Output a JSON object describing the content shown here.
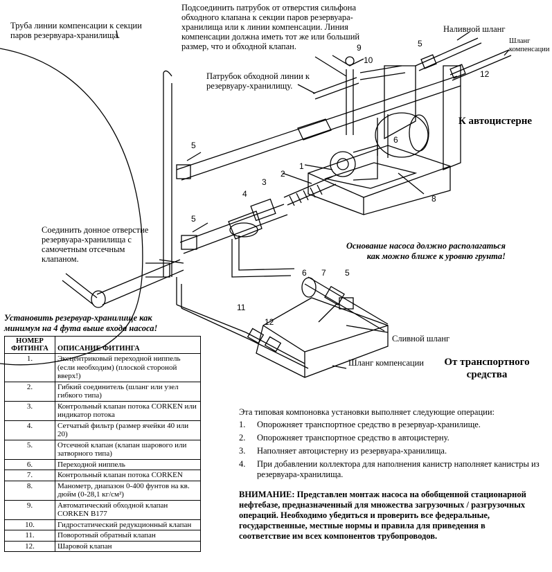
{
  "labels": {
    "compensation_pipe": "Труба линии компенсации к секции\nпаров резервуара-хранилища.",
    "connect_bypass": "Подсоединить патрубок от отверстия сильфона\nобходного клапана к секции паров резервуара-\nхранилища или к линии компенсации. Линия\nкомпенсации должна иметь тот же или больший\nразмер, что и обходной клапан.",
    "bypass_line": "Патрубок обходной линии к\nрезервуару-хранилищу.",
    "fill_hose": "Наливной шланг",
    "comp_hose_top": "Шланг\nкомпенсации",
    "to_truck": "К автоцистерне",
    "connect_bottom": "Соединить донное отверстие\nрезервуара-хранилища с\nсамочетным отсечным\nклапаном.",
    "pump_base_note": "Основание насоса должно располагаться\nкак можно ближе к уровню грунта!",
    "install_note": "Установить резервуар-хранилище как\nминимум на 4 фута выше входа насоса!",
    "drain_hose": "Сливной шланг",
    "comp_hose_bottom": "Шланг компенсации",
    "from_vehicle": "От транспортного\nсредства"
  },
  "callouts": [
    "1",
    "2",
    "3",
    "4",
    "5",
    "5",
    "5",
    "5",
    "6",
    "6",
    "7",
    "8",
    "9",
    "10",
    "11",
    "12",
    "12"
  ],
  "table": {
    "header_num": "НОМЕР\nФИТИНГА",
    "header_desc": "ОПИСАНИЕ ФИТИНГА",
    "rows": [
      {
        "num": "1.",
        "desc": "Эксцентриковый переходной ниппель (если необходим) (плоской стороной вверх!)"
      },
      {
        "num": "2.",
        "desc": "Гибкий соединитель (шланг или узел гибкого типа)"
      },
      {
        "num": "3.",
        "desc": "Контрольный клапан потока CORKEN или индикатор потока"
      },
      {
        "num": "4.",
        "desc": "Сетчатый фильтр (размер ячейки 40 или 20)"
      },
      {
        "num": "5.",
        "desc": "Отсечной клапан (клапан шарового или затворного типа)"
      },
      {
        "num": "6.",
        "desc": "Переходной ниппель"
      },
      {
        "num": "7.",
        "desc": "Контрольный клапан потока CORKEN"
      },
      {
        "num": "8.",
        "desc": "Манометр, диапазон 0-400 фунтов на кв. дюйм (0-28,1 кг/см²)"
      },
      {
        "num": "9.",
        "desc": "Автоматический обходной клапан CORKEN B177"
      },
      {
        "num": "10.",
        "desc": "Гидростатический редукционный клапан"
      },
      {
        "num": "11.",
        "desc": "Поворотный обратный клапан"
      },
      {
        "num": "12.",
        "desc": "Шаровой клапан"
      }
    ]
  },
  "operations": {
    "intro": "Эта типовая компоновка установки выполняет следующие операции:",
    "items": [
      {
        "n": "1.",
        "text": "Опорожняет транспортное средство в резервуар-хранилище."
      },
      {
        "n": "2.",
        "text": "Опорожняет транспортное средство в автоцистерну."
      },
      {
        "n": "3.",
        "text": "Наполняет автоцистерну из резервуара-хранилища."
      },
      {
        "n": "4.",
        "text": "При добавлении коллектора для наполнения канистр наполняет канистры из резервуара-хранилища."
      }
    ]
  },
  "warning": "ВНИМАНИЕ: Представлен монтаж насоса на обобщенной стационарной нефтебазе, предназначенный для множества загрузочных / разгрузочных операций. Необходимо убедиться и проверить все федеральные, государственные, местные нормы и правила для приведения в соответствие им всех компонентов трубопроводов."
}
